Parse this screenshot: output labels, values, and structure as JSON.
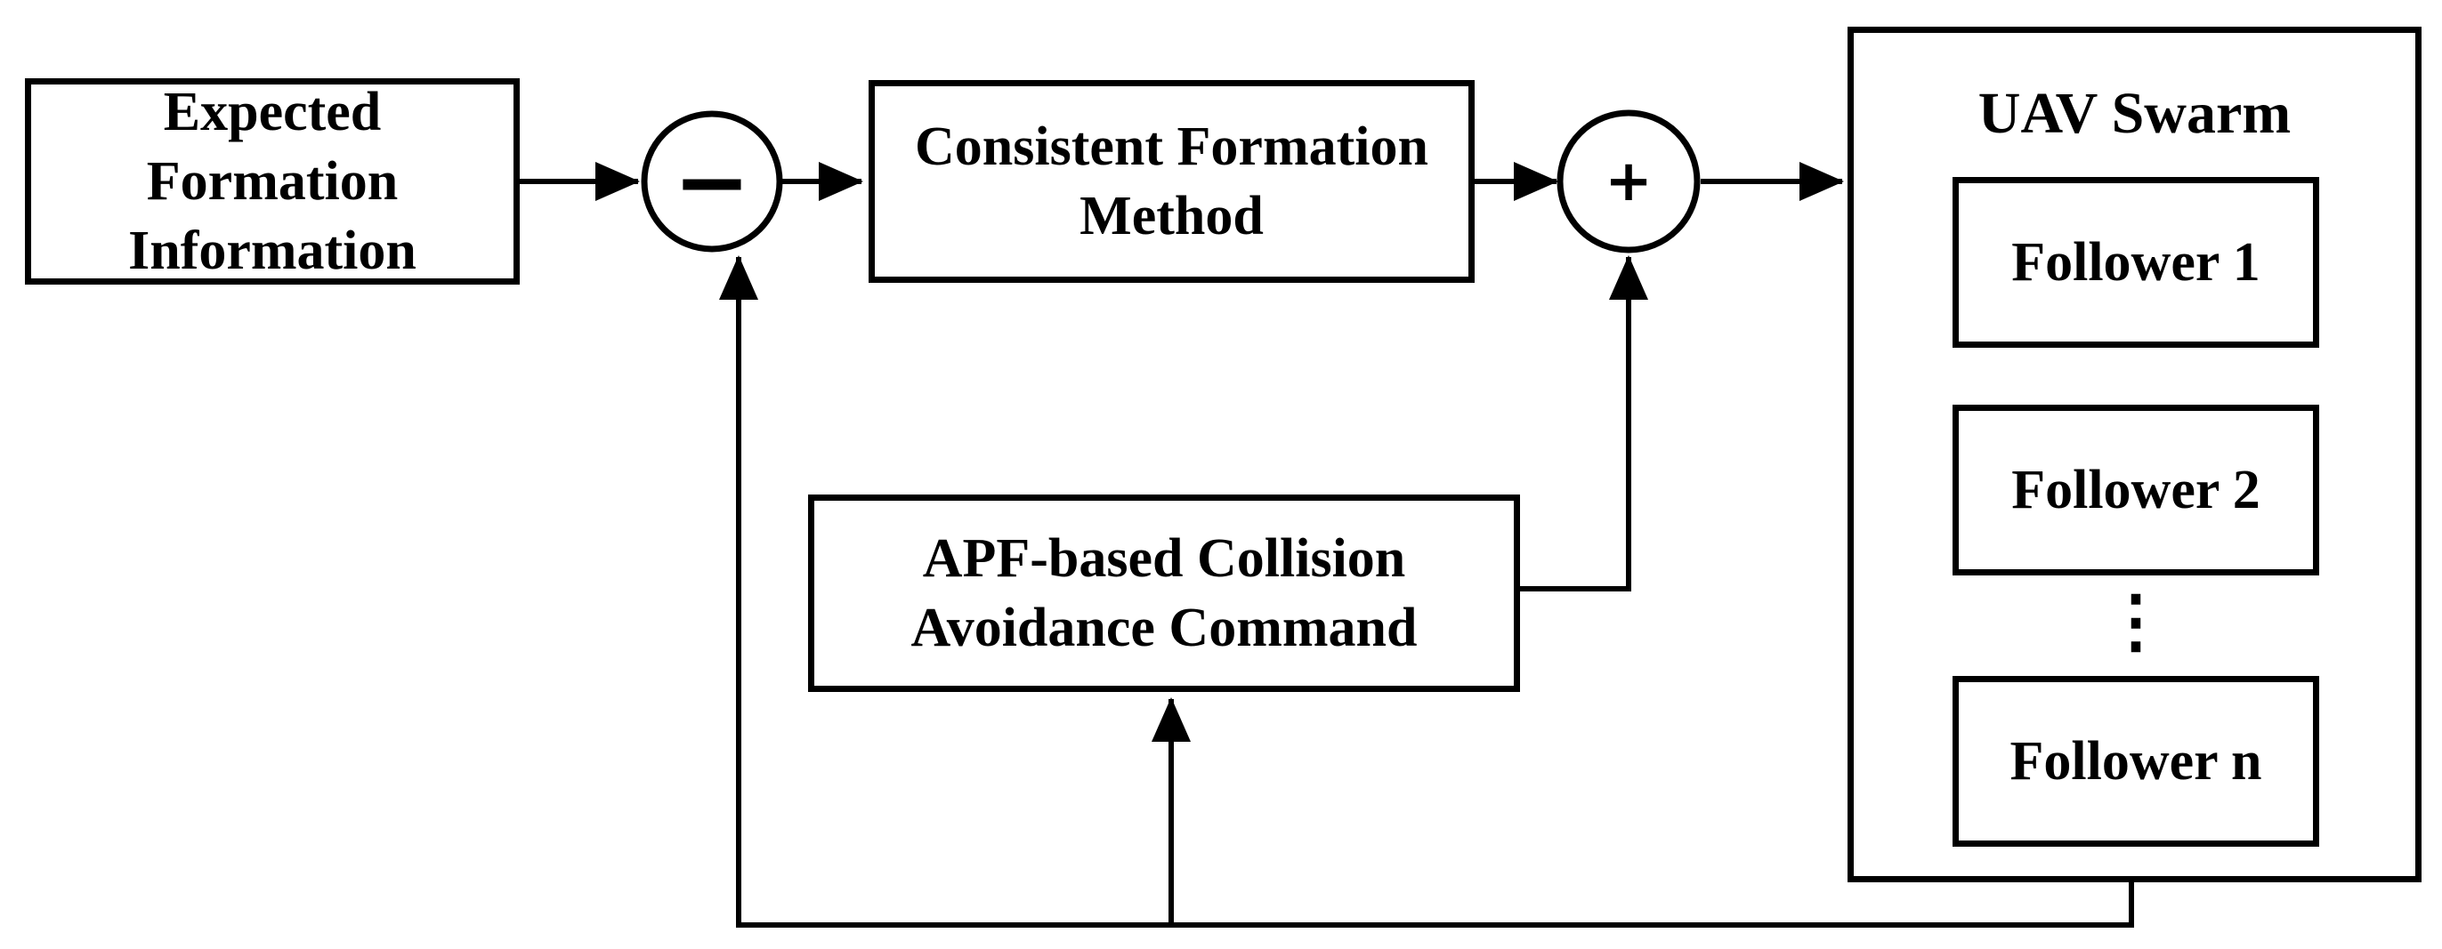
{
  "figure": {
    "background": "#ffffff",
    "line_color": "#000000",
    "blocks": {
      "expected": {
        "lines": [
          "Expected",
          "Formation",
          "Information"
        ]
      },
      "consistent": {
        "lines": [
          "Consistent Formation",
          "Method"
        ]
      },
      "apf": {
        "lines": [
          "APF-based Collision",
          "Avoidance Command"
        ]
      },
      "uav": {
        "title": "UAV Swarm",
        "followers": [
          "Follower 1",
          "Follower 2",
          "Follower n"
        ],
        "ellipsis": "⋮"
      }
    },
    "junctions": {
      "minus": "−",
      "plus": "+"
    }
  }
}
